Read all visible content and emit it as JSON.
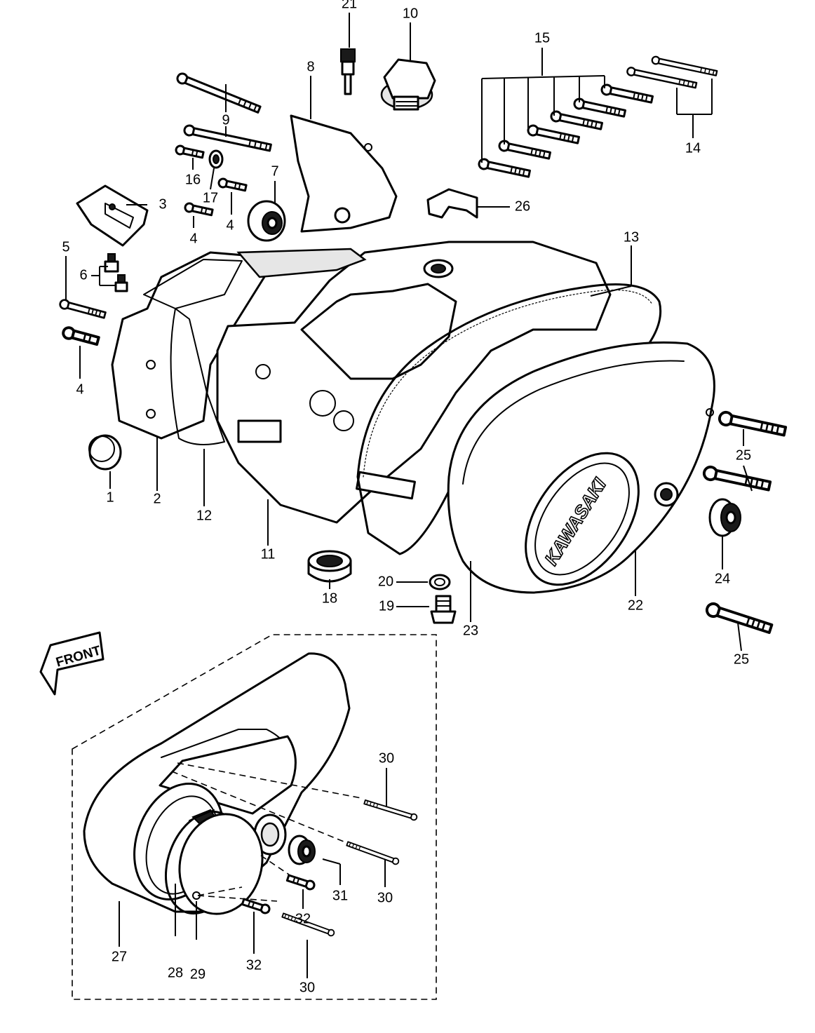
{
  "callouts": [
    {
      "id": "c1",
      "text": "1"
    },
    {
      "id": "c2",
      "text": "2"
    },
    {
      "id": "c3",
      "text": "3"
    },
    {
      "id": "c4a",
      "text": "4"
    },
    {
      "id": "c4b",
      "text": "4"
    },
    {
      "id": "c4c",
      "text": "4"
    },
    {
      "id": "c5",
      "text": "5"
    },
    {
      "id": "c6",
      "text": "6"
    },
    {
      "id": "c7",
      "text": "7"
    },
    {
      "id": "c8",
      "text": "8"
    },
    {
      "id": "c9",
      "text": "9"
    },
    {
      "id": "c10",
      "text": "10"
    },
    {
      "id": "c11",
      "text": "11"
    },
    {
      "id": "c12",
      "text": "12"
    },
    {
      "id": "c13",
      "text": "13"
    },
    {
      "id": "c14",
      "text": "14"
    },
    {
      "id": "c15",
      "text": "15"
    },
    {
      "id": "c16",
      "text": "16"
    },
    {
      "id": "c17",
      "text": "17"
    },
    {
      "id": "c18",
      "text": "18"
    },
    {
      "id": "c19",
      "text": "19"
    },
    {
      "id": "c20",
      "text": "20"
    },
    {
      "id": "c21",
      "text": "21"
    },
    {
      "id": "c22",
      "text": "22"
    },
    {
      "id": "c23",
      "text": "23"
    },
    {
      "id": "c24",
      "text": "24"
    },
    {
      "id": "c25a",
      "text": "25"
    },
    {
      "id": "c25b",
      "text": "25"
    },
    {
      "id": "c26",
      "text": "26"
    },
    {
      "id": "c27",
      "text": "27"
    },
    {
      "id": "c28",
      "text": "28"
    },
    {
      "id": "c29",
      "text": "29"
    },
    {
      "id": "c30a",
      "text": "30"
    },
    {
      "id": "c30b",
      "text": "30"
    },
    {
      "id": "c30c",
      "text": "30"
    },
    {
      "id": "c31",
      "text": "31"
    },
    {
      "id": "c32a",
      "text": "32"
    },
    {
      "id": "c32b",
      "text": "32"
    }
  ],
  "cover_brand": "KAWASAKI",
  "front_arrow_label": "FRONT"
}
